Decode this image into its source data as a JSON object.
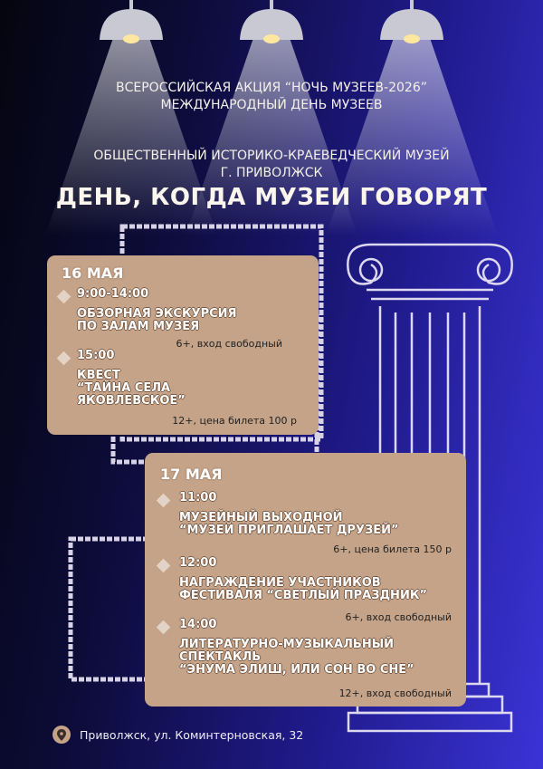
{
  "header": {
    "line1": "ВСЕРОССИЙСКАЯ АКЦИЯ “НОЧЬ МУЗЕЕВ-2026”",
    "line2": "МЕЖДУНАРОДНЫЙ ДЕНЬ МУЗЕЕВ",
    "museum": "ОБЩЕСТВЕННЫЙ ИСТОРИКО-КРАЕВЕДЧЕСКИЙ МУЗЕЙ",
    "city": "Г. ПРИВОЛЖСК",
    "title": "ДЕНЬ, КОГДА МУЗЕИ ГОВОРЯТ"
  },
  "days": [
    {
      "date": "16 МАЯ",
      "events": [
        {
          "time": "9:00-14:00",
          "name": "ОБЗОРНАЯ ЭКСКУРСИЯ\nПО ЗАЛАМ МУЗЕЯ",
          "note": "6+, вход свободный"
        },
        {
          "time": "15:00",
          "name": "КВЕСТ\n“ТАЙНА СЕЛА\nЯКОВЛЕВСКОЕ”",
          "note": "12+, цена билета 100 р"
        }
      ]
    },
    {
      "date": "17 МАЯ",
      "events": [
        {
          "time": "11:00",
          "name": "МУЗЕЙНЫЙ ВЫХОДНОЙ\n“МУЗЕЙ ПРИГЛАШАЕТ ДРУЗЕЙ”",
          "note": "6+, цена билета 150 р"
        },
        {
          "time": "12:00",
          "name": "НАГРАЖДЕНИЕ УЧАСТНИКОВ\nФЕСТИВАЛЯ “СВЕТЛЫЙ ПРАЗДНИК”",
          "note": "6+, вход свободный"
        },
        {
          "time": "14:00",
          "name": "ЛИТЕРАТУРНО-МУЗЫКАЛЬНЫЙ\nСПЕКТАКЛЬ\n“ЭНУМА ЭЛИШ, ИЛИ СОН ВО СНЕ”",
          "note": "12+, вход свободный"
        }
      ]
    }
  ],
  "address": "Приволжск, ул. Коминтерновская, 32",
  "colors": {
    "card": "#c4a389",
    "bg_dark": "#05050f",
    "bg_blue": "#3b33d6"
  }
}
